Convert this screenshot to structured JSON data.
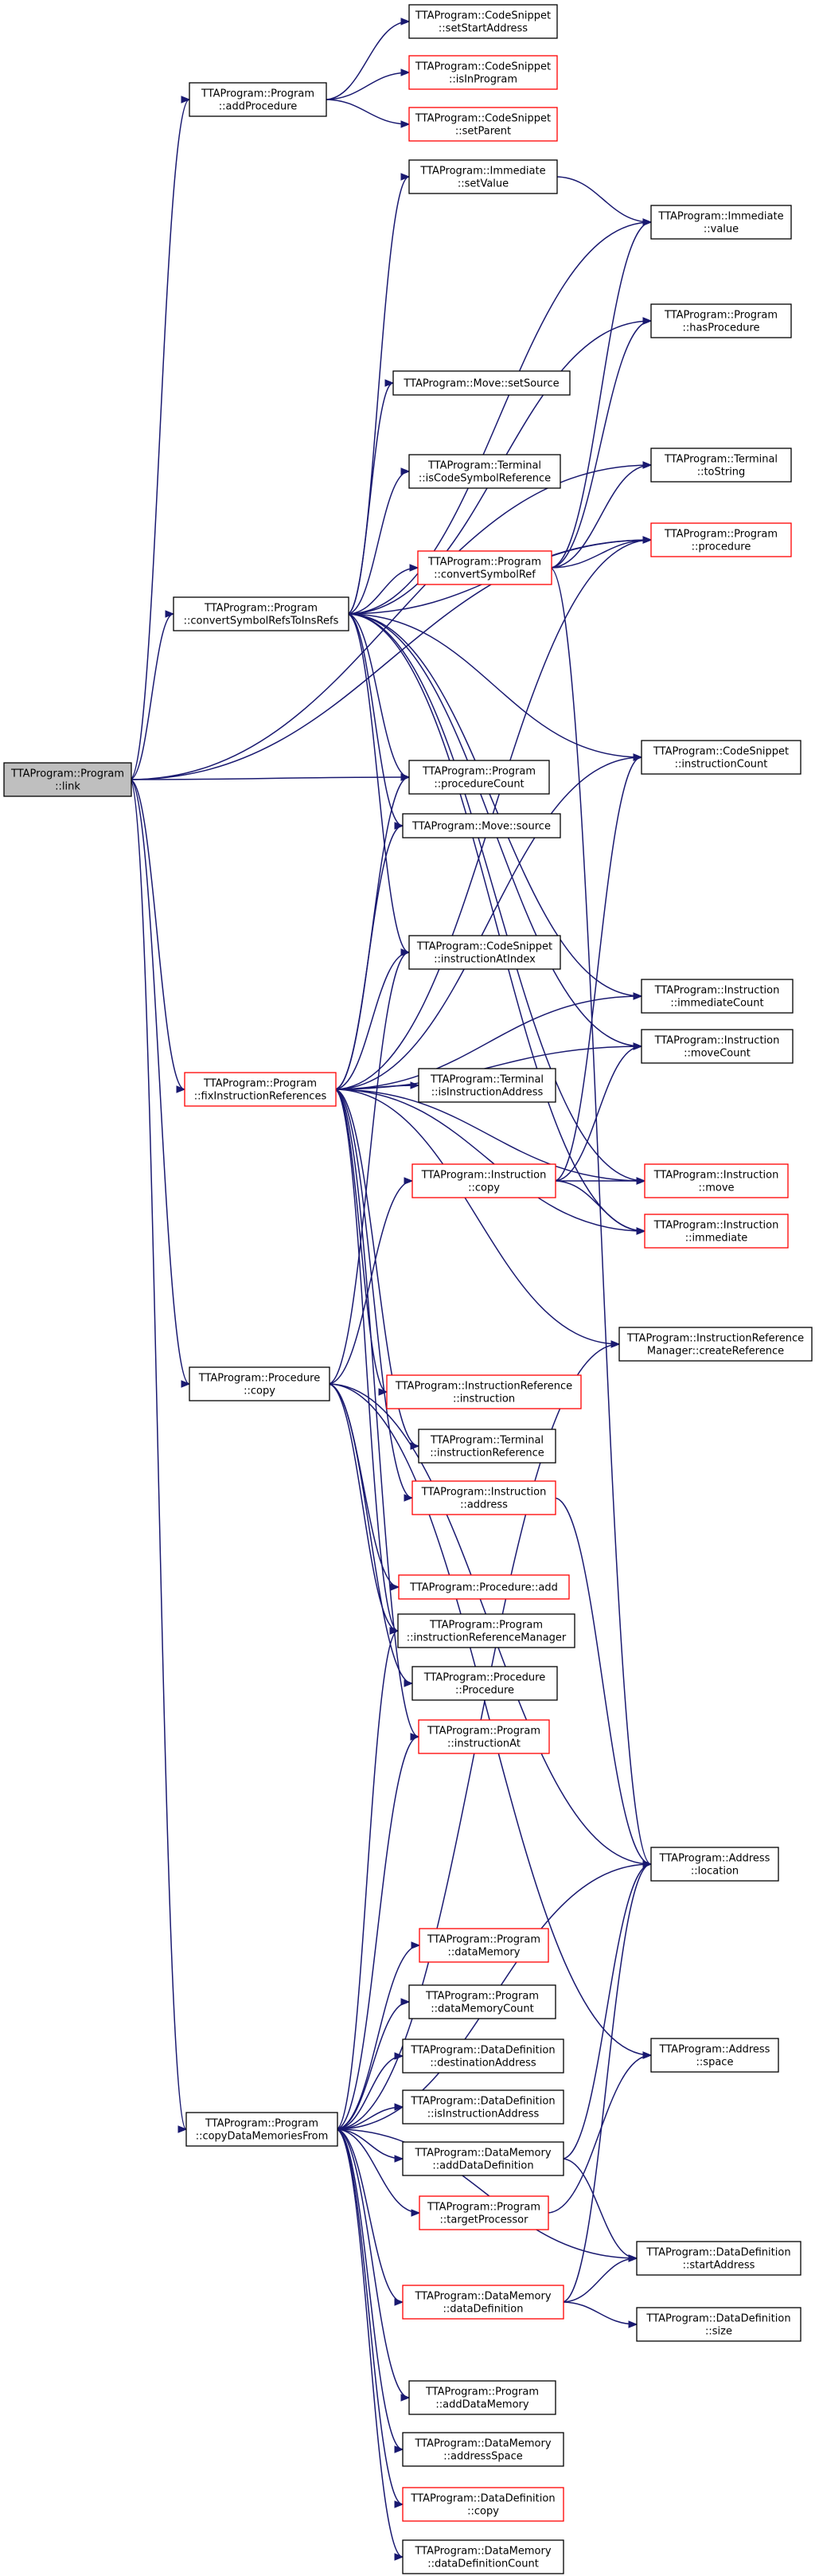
{
  "colors": {
    "edge": "#191970",
    "node_border_normal": "#000000",
    "node_border_highlight": "#ff0000",
    "root_fill": "#bfbfbf",
    "node_fill": "#ffffff"
  },
  "nodes": [
    {
      "id": "link",
      "lines": [
        "TTAProgram::Program",
        "::link"
      ],
      "style": "root"
    },
    {
      "id": "addProcedure",
      "lines": [
        "TTAProgram::Program",
        "::addProcedure"
      ],
      "style": "normal"
    },
    {
      "id": "setStartAddress",
      "lines": [
        "TTAProgram::CodeSnippet",
        "::setStartAddress"
      ],
      "style": "normal"
    },
    {
      "id": "isInProgram",
      "lines": [
        "TTAProgram::CodeSnippet",
        "::isInProgram"
      ],
      "style": "red"
    },
    {
      "id": "setParent",
      "lines": [
        "TTAProgram::CodeSnippet",
        "::setParent"
      ],
      "style": "red"
    },
    {
      "id": "immSetValue",
      "lines": [
        "TTAProgram::Immediate",
        "::setValue"
      ],
      "style": "normal"
    },
    {
      "id": "immValue",
      "lines": [
        "TTAProgram::Immediate",
        "::value"
      ],
      "style": "normal"
    },
    {
      "id": "hasProcedure",
      "lines": [
        "TTAProgram::Program",
        "::hasProcedure"
      ],
      "style": "normal"
    },
    {
      "id": "moveSetSource",
      "lines": [
        "TTAProgram::Move::setSource"
      ],
      "style": "normal"
    },
    {
      "id": "termToString",
      "lines": [
        "TTAProgram::Terminal",
        "::toString"
      ],
      "style": "normal"
    },
    {
      "id": "isCodeSymbolRef",
      "lines": [
        "TTAProgram::Terminal",
        "::isCodeSymbolReference"
      ],
      "style": "normal"
    },
    {
      "id": "convertSymbolRef",
      "lines": [
        "TTAProgram::Program",
        "::convertSymbolRef"
      ],
      "style": "red"
    },
    {
      "id": "progProcedure",
      "lines": [
        "TTAProgram::Program",
        "::procedure"
      ],
      "style": "red"
    },
    {
      "id": "convertRefs",
      "lines": [
        "TTAProgram::Program",
        "::convertSymbolRefsToInsRefs"
      ],
      "style": "normal"
    },
    {
      "id": "procedureCount",
      "lines": [
        "TTAProgram::Program",
        "::procedureCount"
      ],
      "style": "normal"
    },
    {
      "id": "snippetInsCount",
      "lines": [
        "TTAProgram::CodeSnippet",
        "::instructionCount"
      ],
      "style": "normal"
    },
    {
      "id": "moveSource",
      "lines": [
        "TTAProgram::Move::source"
      ],
      "style": "normal"
    },
    {
      "id": "insAtIndex",
      "lines": [
        "TTAProgram::CodeSnippet",
        "::instructionAtIndex"
      ],
      "style": "normal"
    },
    {
      "id": "immCount",
      "lines": [
        "TTAProgram::Instruction",
        "::immediateCount"
      ],
      "style": "normal"
    },
    {
      "id": "fixRefs",
      "lines": [
        "TTAProgram::Program",
        "::fixInstructionReferences"
      ],
      "style": "red"
    },
    {
      "id": "isInsAddress",
      "lines": [
        "TTAProgram::Terminal",
        "::isInstructionAddress"
      ],
      "style": "normal"
    },
    {
      "id": "moveCount",
      "lines": [
        "TTAProgram::Instruction",
        "::moveCount"
      ],
      "style": "normal"
    },
    {
      "id": "insCopy",
      "lines": [
        "TTAProgram::Instruction",
        "::copy"
      ],
      "style": "red"
    },
    {
      "id": "insMove",
      "lines": [
        "TTAProgram::Instruction",
        "::move"
      ],
      "style": "red"
    },
    {
      "id": "insImmediate",
      "lines": [
        "TTAProgram::Instruction",
        "::immediate"
      ],
      "style": "red"
    },
    {
      "id": "createReference",
      "lines": [
        "TTAProgram::InstructionReference",
        "Manager::createReference"
      ],
      "style": "normal"
    },
    {
      "id": "procCopy",
      "lines": [
        "TTAProgram::Procedure",
        "::copy"
      ],
      "style": "normal"
    },
    {
      "id": "irInstruction",
      "lines": [
        "TTAProgram::InstructionReference",
        "::instruction"
      ],
      "style": "red"
    },
    {
      "id": "termInsRef",
      "lines": [
        "TTAProgram::Terminal",
        "::instructionReference"
      ],
      "style": "normal"
    },
    {
      "id": "insAddress",
      "lines": [
        "TTAProgram::Instruction",
        "::address"
      ],
      "style": "red"
    },
    {
      "id": "procAdd",
      "lines": [
        "TTAProgram::Procedure::add"
      ],
      "style": "red"
    },
    {
      "id": "insRefManager",
      "lines": [
        "TTAProgram::Program",
        "::instructionReferenceManager"
      ],
      "style": "normal"
    },
    {
      "id": "procProcedure",
      "lines": [
        "TTAProgram::Procedure",
        "::Procedure"
      ],
      "style": "normal"
    },
    {
      "id": "progInsAt",
      "lines": [
        "TTAProgram::Program",
        "::instructionAt"
      ],
      "style": "red"
    },
    {
      "id": "addrLocation",
      "lines": [
        "TTAProgram::Address",
        "::location"
      ],
      "style": "normal"
    },
    {
      "id": "dataMemory",
      "lines": [
        "TTAProgram::Program",
        "::dataMemory"
      ],
      "style": "red"
    },
    {
      "id": "dataMemoryCount",
      "lines": [
        "TTAProgram::Program",
        "::dataMemoryCount"
      ],
      "style": "normal"
    },
    {
      "id": "ddDestAddr",
      "lines": [
        "TTAProgram::DataDefinition",
        "::destinationAddress"
      ],
      "style": "normal"
    },
    {
      "id": "addrSpace",
      "lines": [
        "TTAProgram::Address",
        "::space"
      ],
      "style": "normal"
    },
    {
      "id": "ddIsInsAddr",
      "lines": [
        "TTAProgram::DataDefinition",
        "::isInstructionAddress"
      ],
      "style": "normal"
    },
    {
      "id": "copyDataMem",
      "lines": [
        "TTAProgram::Program",
        "::copyDataMemoriesFrom"
      ],
      "style": "normal"
    },
    {
      "id": "dmAddDataDef",
      "lines": [
        "TTAProgram::DataMemory",
        "::addDataDefinition"
      ],
      "style": "normal"
    },
    {
      "id": "targetProcessor",
      "lines": [
        "TTAProgram::Program",
        "::targetProcessor"
      ],
      "style": "red"
    },
    {
      "id": "ddStartAddr",
      "lines": [
        "TTAProgram::DataDefinition",
        "::startAddress"
      ],
      "style": "normal"
    },
    {
      "id": "dmDataDef",
      "lines": [
        "TTAProgram::DataMemory",
        "::dataDefinition"
      ],
      "style": "red"
    },
    {
      "id": "ddSize",
      "lines": [
        "TTAProgram::DataDefinition",
        "::size"
      ],
      "style": "normal"
    },
    {
      "id": "addDataMemory",
      "lines": [
        "TTAProgram::Program",
        "::addDataMemory"
      ],
      "style": "normal"
    },
    {
      "id": "dmAddressSpace",
      "lines": [
        "TTAProgram::DataMemory",
        "::addressSpace"
      ],
      "style": "normal"
    },
    {
      "id": "ddCopy",
      "lines": [
        "TTAProgram::DataDefinition",
        "::copy"
      ],
      "style": "red"
    },
    {
      "id": "dmDataDefCount",
      "lines": [
        "TTAProgram::DataMemory",
        "::dataDefinitionCount"
      ],
      "style": "normal"
    }
  ],
  "edges": [
    [
      "link",
      "addProcedure"
    ],
    [
      "link",
      "convertRefs"
    ],
    [
      "link",
      "fixRefs"
    ],
    [
      "link",
      "procCopy"
    ],
    [
      "link",
      "copyDataMem"
    ],
    [
      "link",
      "procedureCount"
    ],
    [
      "link",
      "progProcedure"
    ],
    [
      "link",
      "termToString"
    ],
    [
      "addProcedure",
      "setStartAddress"
    ],
    [
      "addProcedure",
      "isInProgram"
    ],
    [
      "addProcedure",
      "setParent"
    ],
    [
      "convertRefs",
      "immSetValue"
    ],
    [
      "convertRefs",
      "immValue"
    ],
    [
      "convertRefs",
      "hasProcedure"
    ],
    [
      "convertRefs",
      "moveSetSource"
    ],
    [
      "convertRefs",
      "isCodeSymbolRef"
    ],
    [
      "convertRefs",
      "convertSymbolRef"
    ],
    [
      "convertRefs",
      "progProcedure"
    ],
    [
      "convertRefs",
      "procedureCount"
    ],
    [
      "convertRefs",
      "snippetInsCount"
    ],
    [
      "convertRefs",
      "moveSource"
    ],
    [
      "convertRefs",
      "insAtIndex"
    ],
    [
      "convertRefs",
      "immCount"
    ],
    [
      "convertRefs",
      "moveCount"
    ],
    [
      "convertRefs",
      "insMove"
    ],
    [
      "convertRefs",
      "insImmediate"
    ],
    [
      "immSetValue",
      "immValue"
    ],
    [
      "convertSymbolRef",
      "immValue"
    ],
    [
      "convertSymbolRef",
      "hasProcedure"
    ],
    [
      "convertSymbolRef",
      "termToString"
    ],
    [
      "convertSymbolRef",
      "progProcedure"
    ],
    [
      "convertSymbolRef",
      "addrLocation"
    ],
    [
      "fixRefs",
      "progProcedure"
    ],
    [
      "fixRefs",
      "procedureCount"
    ],
    [
      "fixRefs",
      "snippetInsCount"
    ],
    [
      "fixRefs",
      "moveSource"
    ],
    [
      "fixRefs",
      "insAtIndex"
    ],
    [
      "fixRefs",
      "immCount"
    ],
    [
      "fixRefs",
      "isInsAddress"
    ],
    [
      "fixRefs",
      "moveCount"
    ],
    [
      "fixRefs",
      "insMove"
    ],
    [
      "fixRefs",
      "insImmediate"
    ],
    [
      "fixRefs",
      "createReference"
    ],
    [
      "fixRefs",
      "irInstruction"
    ],
    [
      "fixRefs",
      "termInsRef"
    ],
    [
      "fixRefs",
      "insAddress"
    ],
    [
      "fixRefs",
      "insRefManager"
    ],
    [
      "fixRefs",
      "progInsAt"
    ],
    [
      "insCopy",
      "snippetInsCount"
    ],
    [
      "insCopy",
      "moveCount"
    ],
    [
      "insCopy",
      "insMove"
    ],
    [
      "insCopy",
      "insImmediate"
    ],
    [
      "procCopy",
      "insCopy"
    ],
    [
      "procCopy",
      "insAtIndex"
    ],
    [
      "procCopy",
      "procAdd"
    ],
    [
      "procCopy",
      "procProcedure"
    ],
    [
      "procCopy",
      "insRefManager"
    ],
    [
      "procCopy",
      "addrLocation"
    ],
    [
      "procCopy",
      "addrSpace"
    ],
    [
      "insAddress",
      "addrLocation"
    ],
    [
      "copyDataMem",
      "insRefManager"
    ],
    [
      "copyDataMem",
      "progInsAt"
    ],
    [
      "copyDataMem",
      "createReference"
    ],
    [
      "copyDataMem",
      "addrLocation"
    ],
    [
      "copyDataMem",
      "dataMemory"
    ],
    [
      "copyDataMem",
      "dataMemoryCount"
    ],
    [
      "copyDataMem",
      "ddDestAddr"
    ],
    [
      "copyDataMem",
      "ddIsInsAddr"
    ],
    [
      "copyDataMem",
      "dmAddDataDef"
    ],
    [
      "copyDataMem",
      "targetProcessor"
    ],
    [
      "copyDataMem",
      "ddStartAddr"
    ],
    [
      "copyDataMem",
      "dmDataDef"
    ],
    [
      "copyDataMem",
      "addDataMemory"
    ],
    [
      "copyDataMem",
      "dmAddressSpace"
    ],
    [
      "copyDataMem",
      "ddCopy"
    ],
    [
      "copyDataMem",
      "dmDataDefCount"
    ],
    [
      "dmAddDataDef",
      "addrLocation"
    ],
    [
      "dmAddDataDef",
      "ddStartAddr"
    ],
    [
      "targetProcessor",
      "addrSpace"
    ],
    [
      "dmDataDef",
      "addrLocation"
    ],
    [
      "dmDataDef",
      "ddStartAddr"
    ],
    [
      "dmDataDef",
      "ddSize"
    ]
  ]
}
